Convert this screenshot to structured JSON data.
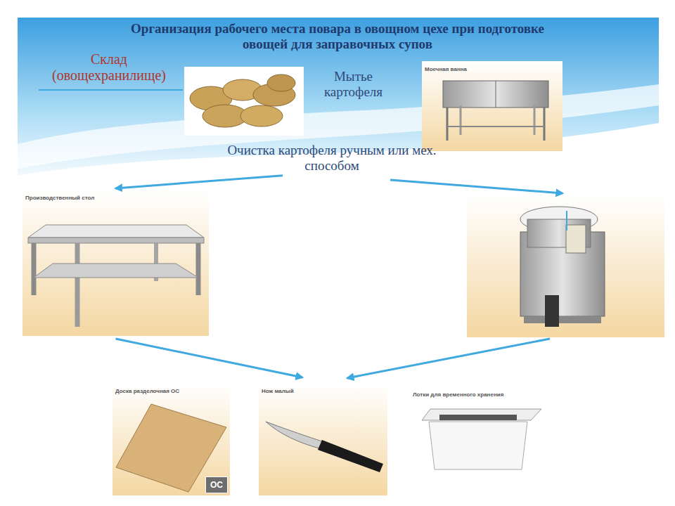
{
  "diagram": {
    "title": "Организация рабочего места повара в овощном цехе при подготовке овощей для заправочных супов",
    "nodes": [
      {
        "text": [
          "Моечная ванна"
        ]
      },
      {
        "text": [
          "Очистка картофеля ручным или мех. способом"
        ]
      },
      {
        "text": [
          "Производственный стол"
        ]
      },
      {
        "text": [
          "Доска разделочная ОС",
          "ОС"
        ]
      },
      {
        "text": [
          "Нож малый"
        ]
      },
      {
        "text": [
          "Лотки для временного хранения"
        ]
      }
    ],
    "edges": [
      {
        "from": 1,
        "to": 2,
        "arrow": "to"
      },
      {
        "from": 2,
        "to": 4,
        "arrow": "to"
      }
    ],
    "labels": [
      "Склад (овощехранилище)",
      "Мытье картофеля"
    ]
  }
}
